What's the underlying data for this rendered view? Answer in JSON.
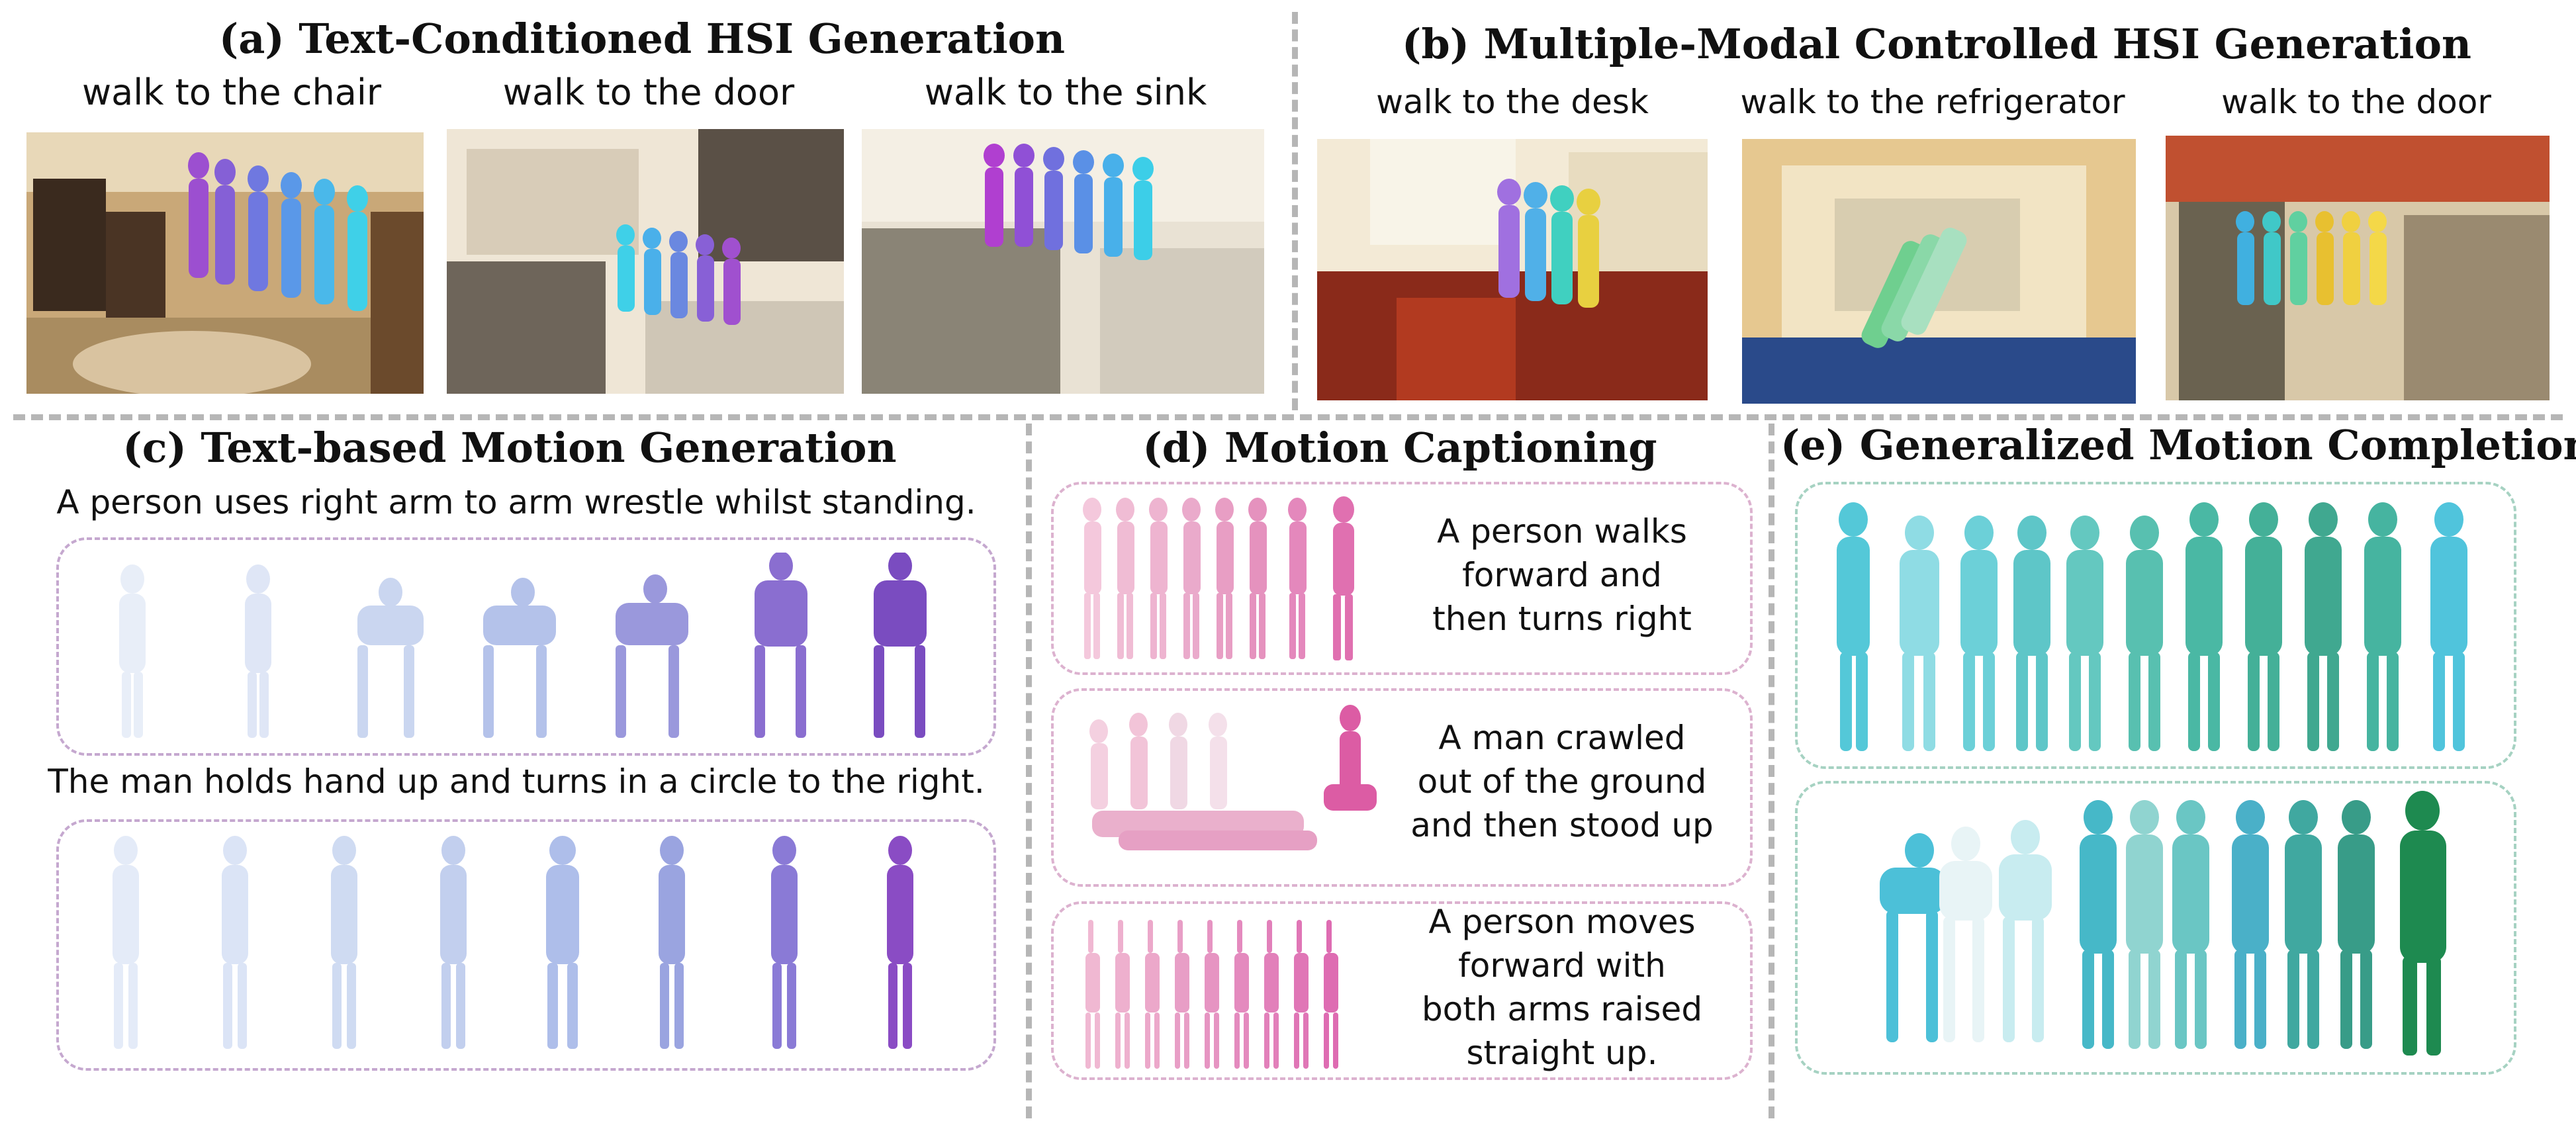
{
  "panel_a": {
    "title": "(a) Text-Conditioned HSI Generation",
    "captions": [
      "walk to the chair",
      "walk to the door",
      "walk to the sink"
    ]
  },
  "panel_b": {
    "title": "(b) Multiple-Modal Controlled HSI Generation",
    "captions": [
      "walk to the desk",
      "walk to the refrigerator",
      "walk to the door"
    ]
  },
  "panel_c": {
    "title": "(c) Text-based Motion Generation",
    "prompts": [
      "A person uses right arm to arm wrestle whilst standing.",
      "The man holds hand up and turns in a circle to the right."
    ]
  },
  "panel_d": {
    "title": "(d) Motion Captioning",
    "captions": [
      [
        "A person walks",
        "forward and",
        "then turns right"
      ],
      [
        "A man crawled",
        "out of the ground",
        "and then stood up"
      ],
      [
        "A person moves",
        "forward with",
        "both arms raised",
        "straight up."
      ]
    ]
  },
  "panel_e": {
    "title": "(e) Generalized Motion Completion"
  },
  "colors": {
    "separator": "#b6b6b6",
    "pink_border": "#dcb2cf",
    "purple_border": "#c5a8cf",
    "teal_border": "#a6d2c2"
  }
}
